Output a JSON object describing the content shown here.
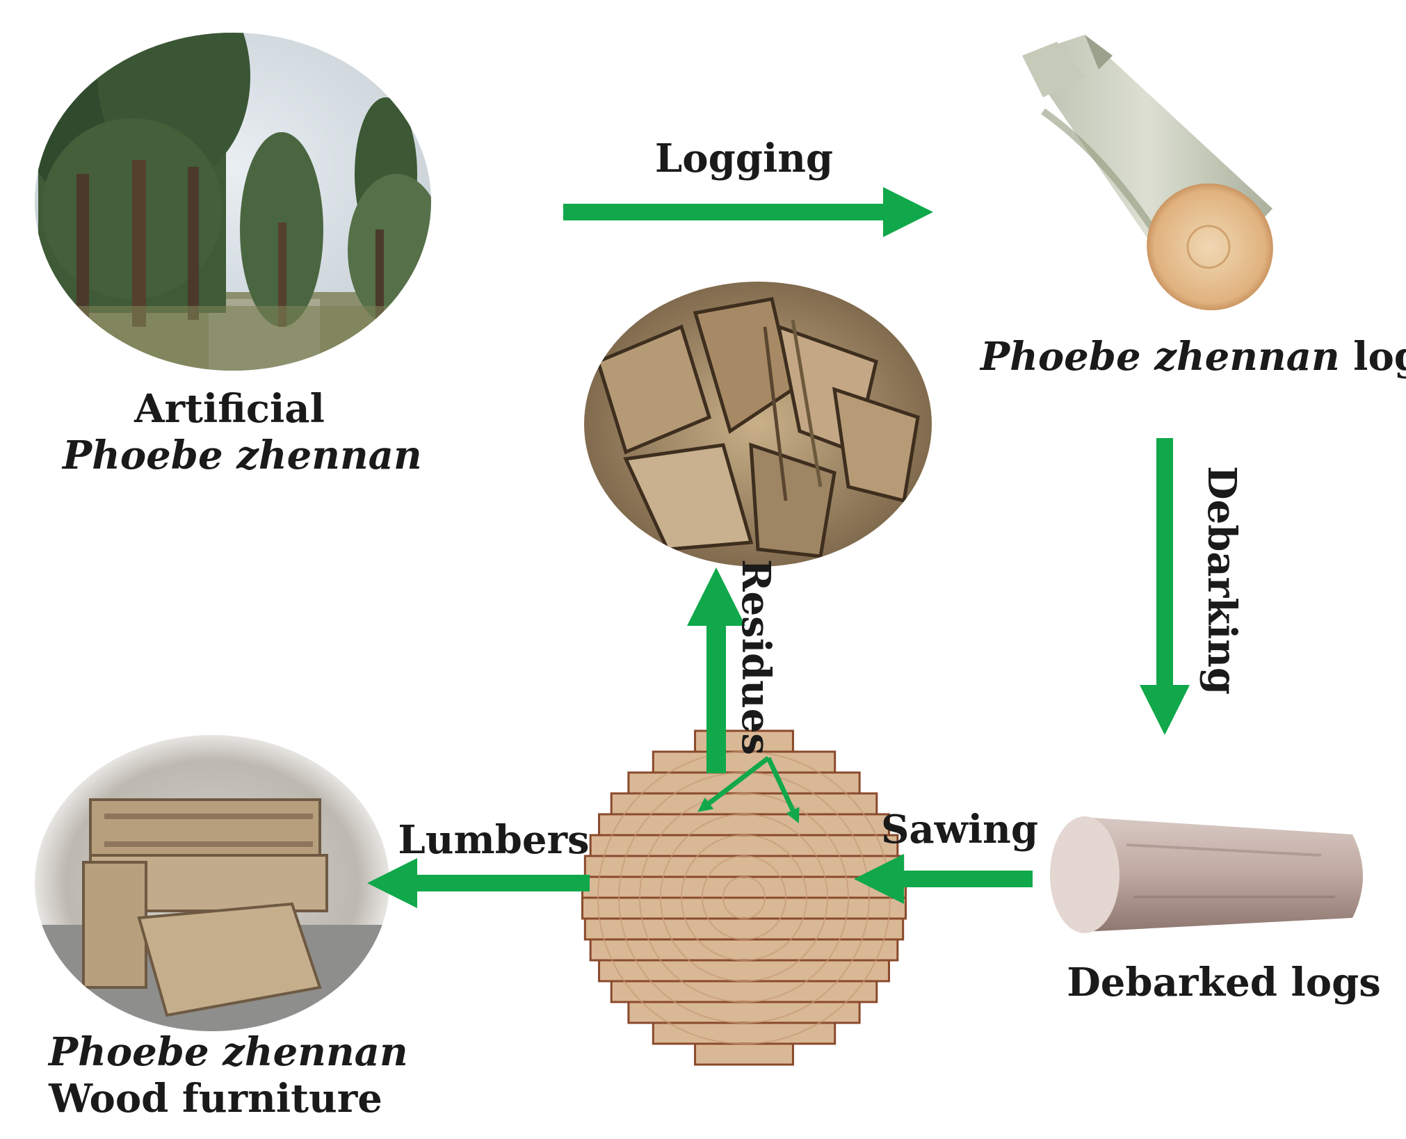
{
  "nodes": {
    "forest": {
      "line1": "Artificial",
      "line2": "Phoebe zhennan"
    },
    "logs": {
      "italic": "Phoebe zhennan",
      "suffix": " logs"
    },
    "debarked": {
      "label": "Debarked logs"
    },
    "furniture": {
      "line1": "Phoebe zhennan",
      "line2": "Wood furniture"
    }
  },
  "edges": {
    "logging": "Logging",
    "debarking": "Debarking",
    "sawing": "Sawing",
    "lumbers": "Lumbers",
    "residues": "Residues"
  },
  "colors": {
    "arrow": "#10a84a",
    "text": "#1a1a1a",
    "wood_line": "#8a4a2c",
    "wood_fill": "#d9b896"
  },
  "icons": [
    "forest-photo",
    "log-photo",
    "debarked-log-photo",
    "wood-chips-photo",
    "sawing-pattern-icon",
    "furniture-photo"
  ]
}
